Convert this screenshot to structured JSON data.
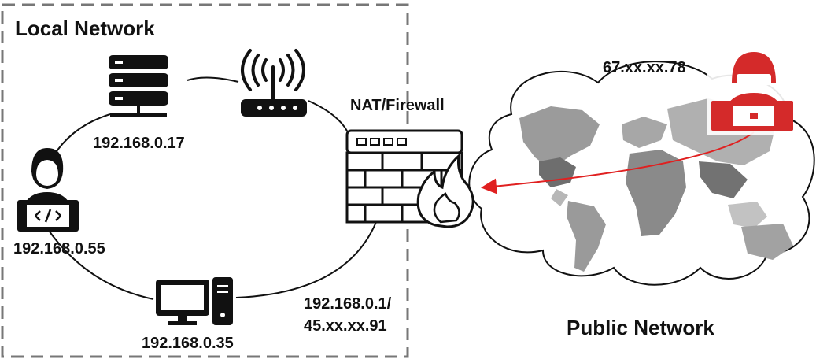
{
  "local_network": {
    "title": "Local Network"
  },
  "public_network": {
    "title": "Public Network"
  },
  "nodes": {
    "server": {
      "ip": "192.168.0.17"
    },
    "developer": {
      "ip": "192.168.0.55"
    },
    "desktop": {
      "ip": "192.168.0.35"
    },
    "router": {
      "icon": "wifi-router-icon"
    },
    "firewall": {
      "label": "NAT/Firewall",
      "ip_private": "192.168.0.1/",
      "ip_public": "45.xx.xx.91"
    },
    "attacker": {
      "ip": "67.xx.xx.78"
    }
  },
  "colors": {
    "attack_arrow": "#e02020",
    "attacker": "#d42a2a",
    "icon": "#111111",
    "boundary": "#777777"
  }
}
